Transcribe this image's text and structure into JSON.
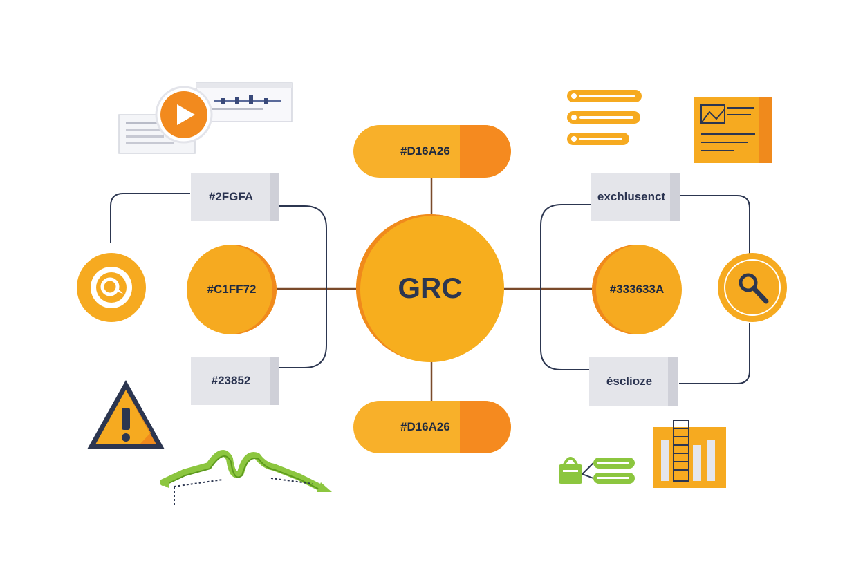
{
  "hub": {
    "label": "GRC"
  },
  "pills": {
    "top": "#D16A26",
    "bottom": "#D16A26"
  },
  "nodes": {
    "left": "#C1FF72",
    "right": "#333633A"
  },
  "boxes": {
    "left_top": "#2FGFA",
    "left_bottom": "#23852",
    "right_top": "exchlusenct",
    "right_bottom": "ésclioze"
  },
  "icons": [
    "video-play-icon",
    "chat-bubble-icon",
    "warning-icon",
    "signal-wave-icon",
    "list-icon",
    "document-icon",
    "search-icon",
    "shopping-basket-icon",
    "bar-chart-icon"
  ],
  "colors": {
    "orange": "#F6AA20",
    "dark_orange": "#F08A1C",
    "navy": "#2c3650",
    "grey_box": "#E4E5EA",
    "green": "#8CC63F"
  }
}
